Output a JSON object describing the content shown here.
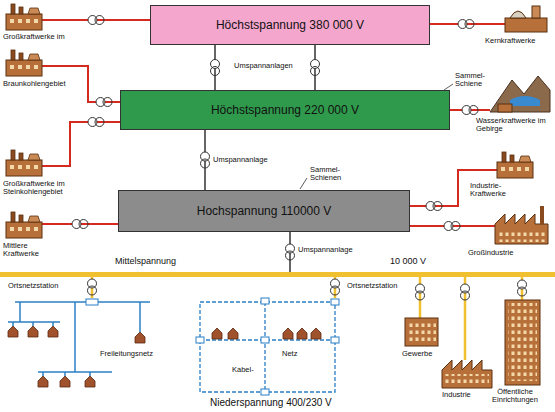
{
  "diagram": {
    "nodes": [
      {
        "text": [
          "Höchstspannung 380 000 V"
        ]
      },
      {
        "text": [
          "Höchstspannung 220 000 V"
        ]
      },
      {
        "text": [
          "Hochspannung 110000 V"
        ]
      },
      {
        "text": [
          "Mittelspannung",
          "10 000 V"
        ]
      }
    ],
    "edges": [
      {
        "from": 0,
        "to": 1,
        "arrow": "none"
      },
      {
        "from": 0,
        "to": 1,
        "arrow": "none"
      },
      {
        "from": 1,
        "to": 2,
        "arrow": "none"
      },
      {
        "from": 2,
        "to": 3,
        "arrow": "none"
      }
    ],
    "labels": [
      "Großkraftwerke im",
      "Braunkohlengebiet",
      "Großkraftwerke im Steinkohlengebiet",
      "Mittlere Kraftwerke",
      "Kernkraftwerke",
      "Wasserkraftwerke im Gebirge",
      "Industrie-Kraftwerke",
      "Großindustrie",
      "Umspannanlagen",
      "Umspannanlage",
      "Umspannanlage",
      "Sammel-Schiene",
      "Sammel-Schienen",
      "Ortsnetzstation",
      "Ortsnetzstation",
      "Freileitungsnetz",
      "Kabel-",
      "Netz",
      "Gewerbe",
      "Industrie",
      "Öffentliche Einrichtungen",
      "Niederspannung 400/230 V"
    ]
  }
}
